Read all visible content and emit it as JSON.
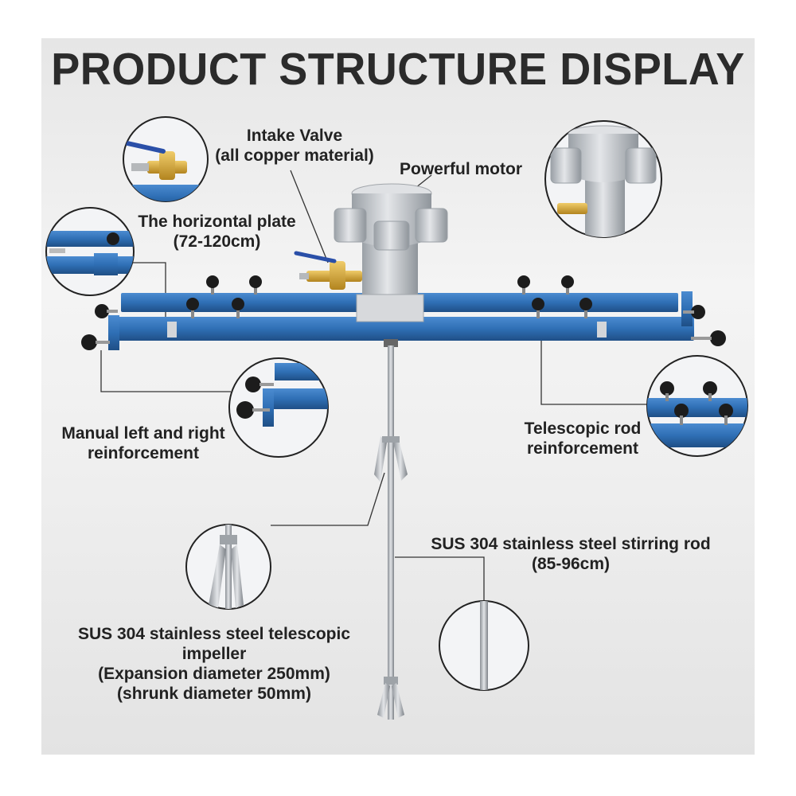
{
  "title": "PRODUCT STRUCTURE DISPLAY",
  "labels": {
    "intake_valve": [
      "Intake Valve",
      "(all copper material)"
    ],
    "motor": [
      "Powerful motor"
    ],
    "horizontal_plate": [
      "The horizontal plate",
      "(72-120cm)"
    ],
    "manual_reinforcement": [
      "Manual left and right",
      "reinforcement"
    ],
    "telescopic_rod": [
      "Telescopic rod",
      "reinforcement"
    ],
    "stirring_rod": [
      "SUS 304 stainless steel stirring rod",
      "(85-96cm)"
    ],
    "impeller": [
      "SUS 304 stainless steel telescopic",
      "impeller",
      "(Expansion diameter 250mm)",
      "(shrunk diameter 50mm)"
    ]
  },
  "colors": {
    "frame_blue": "#2f6fb5",
    "frame_blue_dark": "#1f4f86",
    "knob_black": "#1c1c1c",
    "motor_silver": "#c9ccd0",
    "valve_brass": "#d4a63a",
    "valve_handle_blue": "#2a4fa8",
    "steel": "#a9adb2"
  }
}
